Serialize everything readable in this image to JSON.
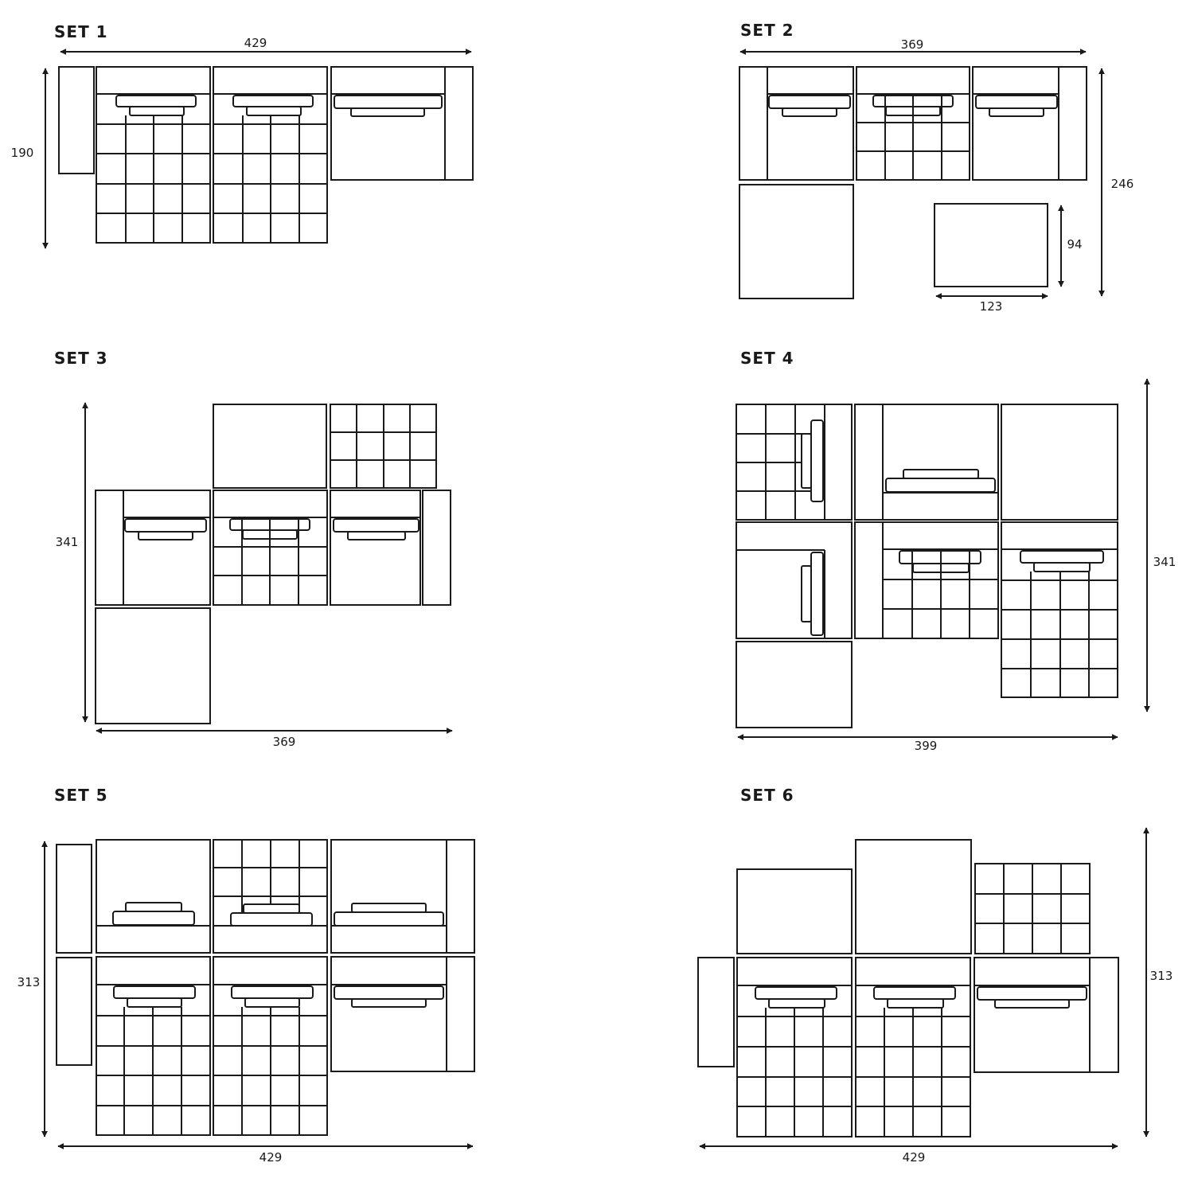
{
  "sets": [
    {
      "title": "SET 1",
      "dimensions": [
        {
          "label": "429",
          "orientation": "horizontal"
        },
        {
          "label": "190",
          "orientation": "vertical"
        }
      ]
    },
    {
      "title": "SET 2",
      "dimensions": [
        {
          "label": "369",
          "orientation": "horizontal"
        },
        {
          "label": "246",
          "orientation": "vertical"
        },
        {
          "label": "94",
          "orientation": "vertical"
        },
        {
          "label": "123",
          "orientation": "horizontal"
        }
      ]
    },
    {
      "title": "SET 3",
      "dimensions": [
        {
          "label": "341",
          "orientation": "vertical"
        },
        {
          "label": "369",
          "orientation": "horizontal"
        }
      ]
    },
    {
      "title": "SET 4",
      "dimensions": [
        {
          "label": "341",
          "orientation": "vertical"
        },
        {
          "label": "399",
          "orientation": "horizontal"
        }
      ]
    },
    {
      "title": "SET 5",
      "dimensions": [
        {
          "label": "313",
          "orientation": "vertical"
        },
        {
          "label": "429",
          "orientation": "horizontal"
        }
      ]
    },
    {
      "title": "SET 6",
      "dimensions": [
        {
          "label": "313",
          "orientation": "vertical"
        },
        {
          "label": "429",
          "orientation": "horizontal"
        }
      ]
    }
  ],
  "colors": {
    "line": "#1a1a1a",
    "background": "#ffffff"
  }
}
